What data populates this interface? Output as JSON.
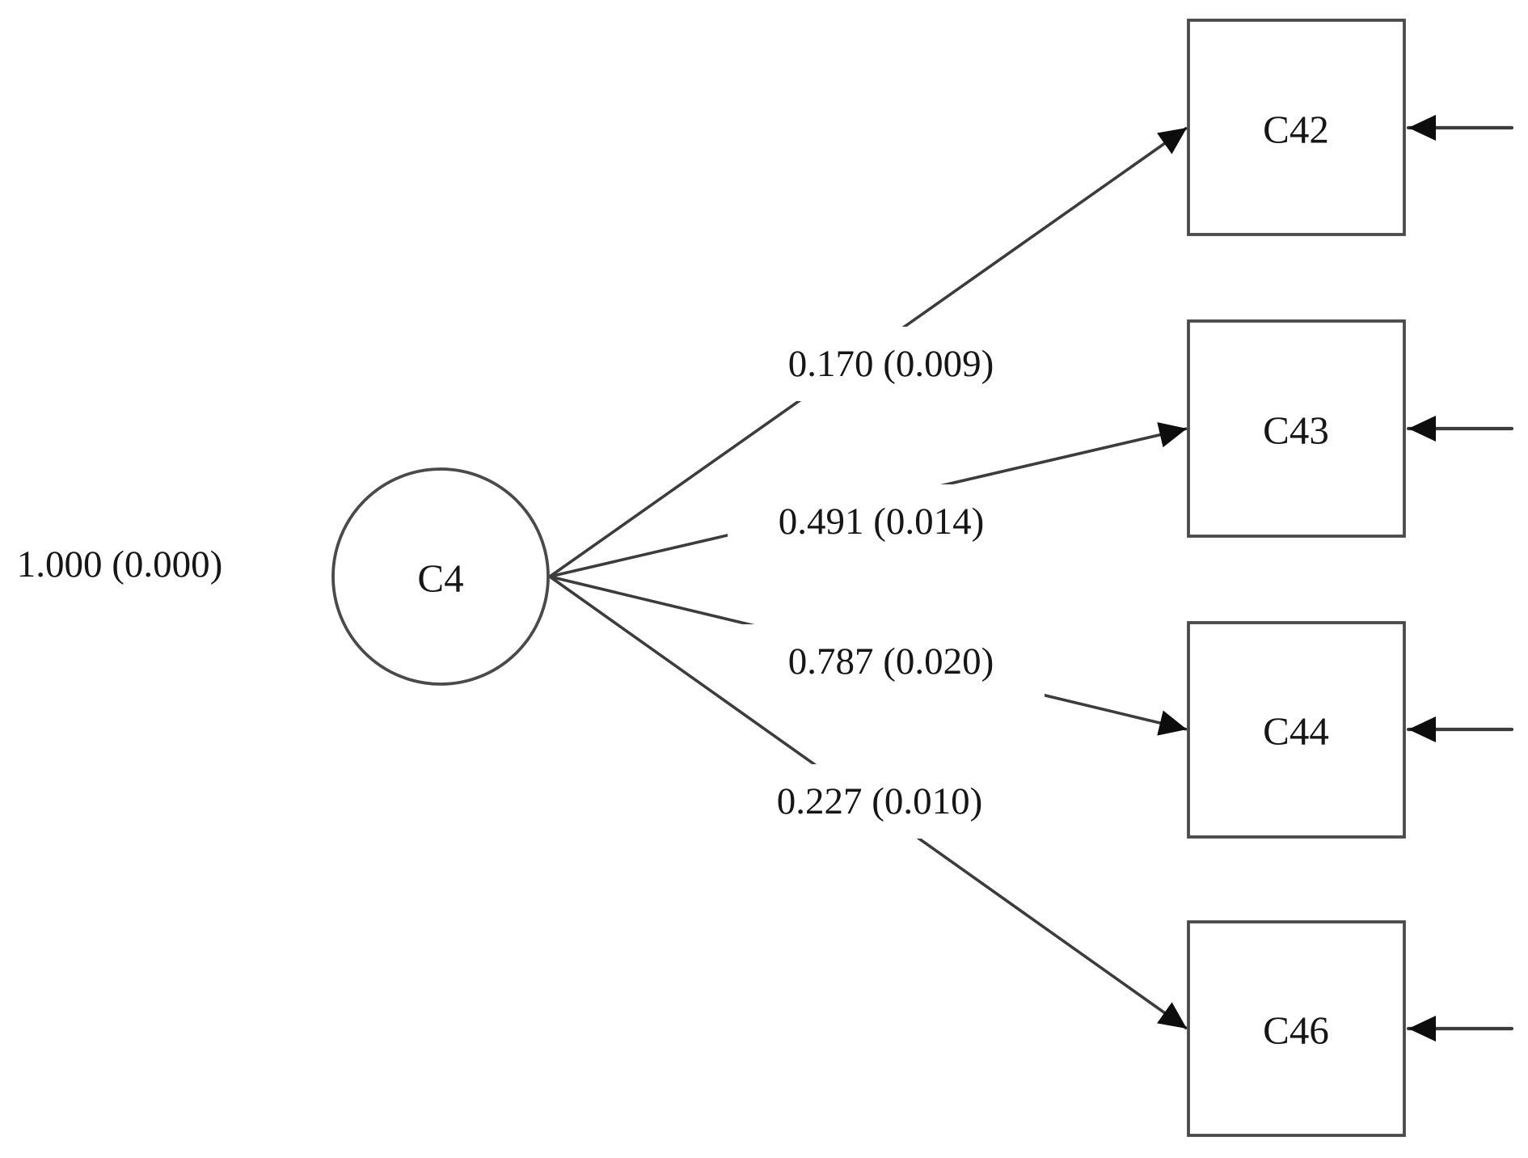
{
  "figure": {
    "type": "sem-path-diagram",
    "background_color": "#ffffff",
    "line_color": "#3c3c3c",
    "shape_border_color": "#4a4a4a",
    "arrowhead_color": "#0d0d0d",
    "text_color": "#161616"
  },
  "latent": {
    "label": "C4",
    "variance_label": "1.000 (0.000)"
  },
  "observed": [
    {
      "label": "C42"
    },
    {
      "label": "C43"
    },
    {
      "label": "C44"
    },
    {
      "label": "C46"
    }
  ],
  "edges": [
    {
      "from": "C4",
      "to": "C42",
      "label": "0.170 (0.009)"
    },
    {
      "from": "C4",
      "to": "C43",
      "label": "0.491 (0.014)"
    },
    {
      "from": "C4",
      "to": "C44",
      "label": "0.787 (0.020)"
    },
    {
      "from": "C4",
      "to": "C46",
      "label": "0.227 (0.010)"
    }
  ],
  "residual_arrows": [
    {
      "into": "C42"
    },
    {
      "into": "C43"
    },
    {
      "into": "C44"
    },
    {
      "into": "C46"
    }
  ]
}
